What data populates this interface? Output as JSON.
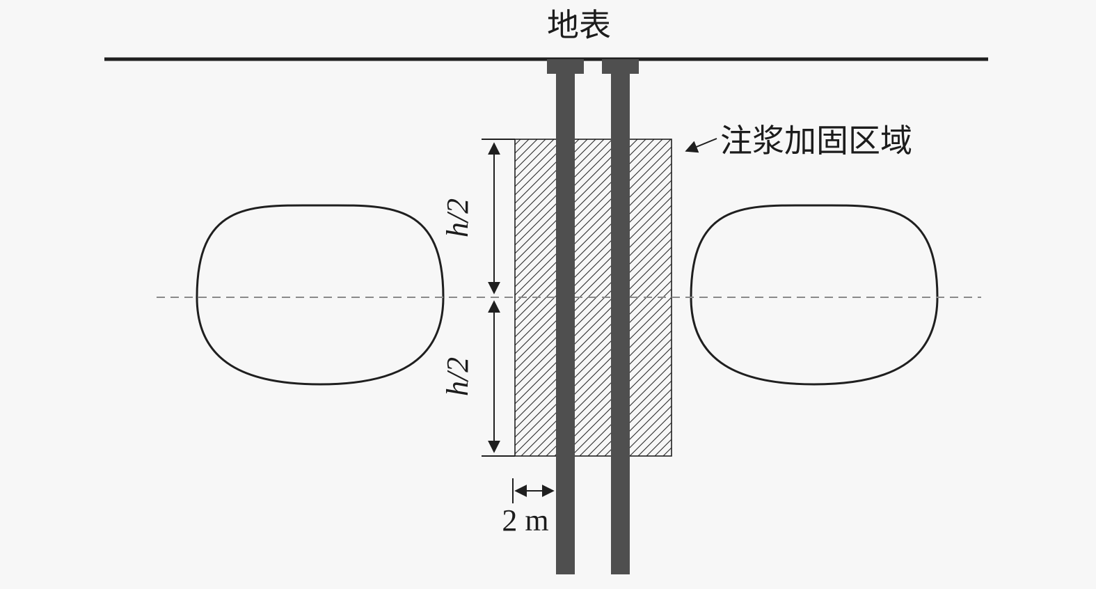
{
  "diagram": {
    "type": "engineering-cross-section",
    "labels": {
      "ground_surface": "地表",
      "grouting_zone": "注浆加固区域",
      "upper_half_height": "h/2",
      "lower_half_height": "h/2",
      "offset_width": "2 m"
    },
    "elements": {
      "piles": "two vertical grouting pipes penetrating from ground surface",
      "grouting_zone": "hatched rectangular reinforcement region around pipes",
      "tunnels": "two tunnel cross-section outlines left and right of pipes",
      "centerline": "horizontal dashed axis through tunnel centers"
    },
    "colors": {
      "background": "#f7f7f7",
      "line": "#1f1f1f",
      "pile": "#4f4f4f",
      "centerline": "#8a8a8a",
      "hatch": "#2a2a2a"
    }
  }
}
